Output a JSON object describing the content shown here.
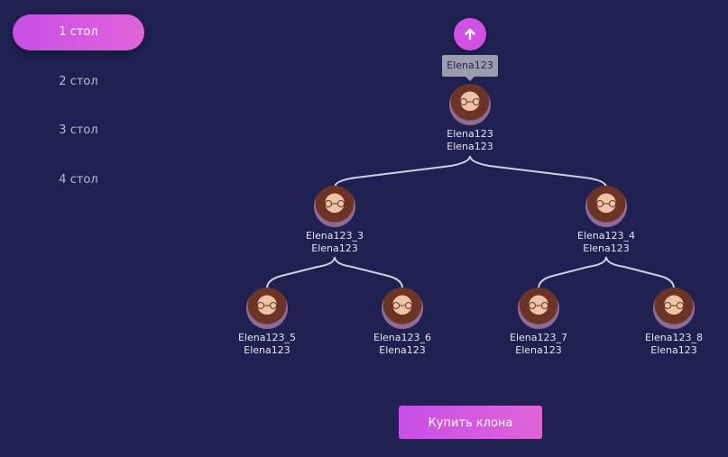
{
  "sidebar": {
    "items": [
      {
        "label": "1 стол",
        "active": true
      },
      {
        "label": "2 стол",
        "active": false
      },
      {
        "label": "3 стол",
        "active": false
      },
      {
        "label": "4 стол",
        "active": false
      }
    ]
  },
  "tree": {
    "up_icon": "arrow-up-icon",
    "tooltip": "Elena123",
    "root": {
      "name": "Elena123",
      "sponsor": "Elena123"
    },
    "level1": [
      {
        "name": "Elena123_3",
        "sponsor": "Elena123"
      },
      {
        "name": "Elena123_4",
        "sponsor": "Elena123"
      }
    ],
    "level2": [
      {
        "name": "Elena123_5",
        "sponsor": "Elena123"
      },
      {
        "name": "Elena123_6",
        "sponsor": "Elena123"
      },
      {
        "name": "Elena123_7",
        "sponsor": "Elena123"
      },
      {
        "name": "Elena123_8",
        "sponsor": "Elena123"
      }
    ]
  },
  "actions": {
    "buy_clone_label": "Купить клона"
  },
  "colors": {
    "background": "#1f2150",
    "accent": "#d051e3",
    "line": "#cfd0e0"
  }
}
